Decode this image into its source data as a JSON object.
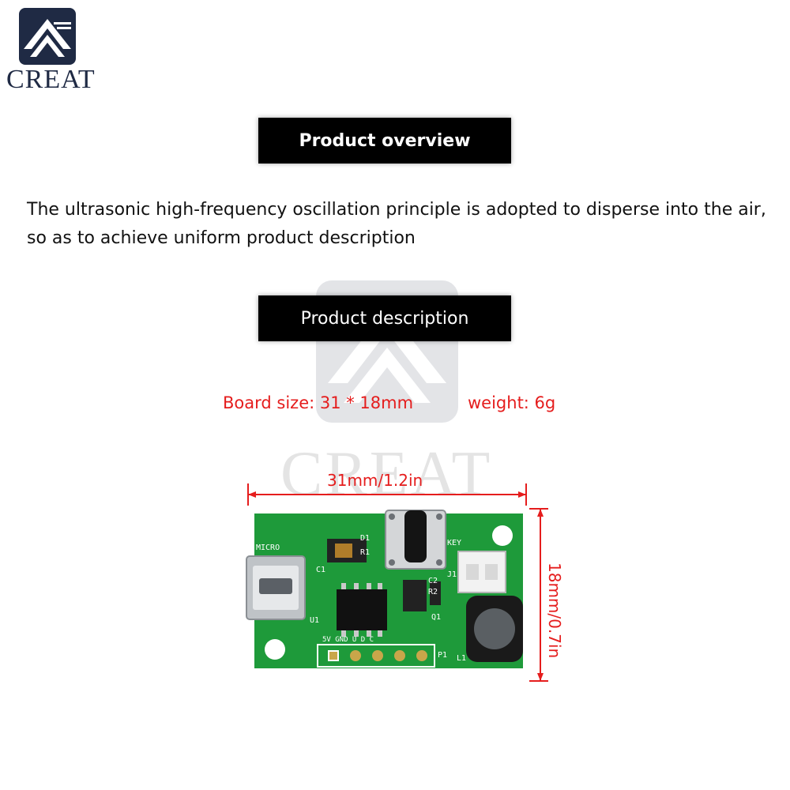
{
  "brand": {
    "logo_text": "CREAT",
    "watermark_text": "CREAT"
  },
  "sections": {
    "overview_title": "Product overview",
    "overview_text": "The ultrasonic high-frequency oscillation principle is adopted to disperse into the air, so as to achieve uniform product description",
    "description_title": "Product description"
  },
  "specs": {
    "board_size": "Board size: 31 * 18mm",
    "weight": "weight: 6g"
  },
  "dimensions": {
    "width_label": "31mm/1.2in",
    "height_label": "18mm/0.7in"
  },
  "board_labels": {
    "micro": "MICRO",
    "key": "KEY",
    "d1": "D1",
    "r1": "R1",
    "c1": "C1",
    "c2": "C2",
    "r2": "R2",
    "j1": "J1",
    "q1": "Q1",
    "u1": "U1",
    "p1": "P1",
    "l1": "L1",
    "pins": "5V GND U D C"
  },
  "colors": {
    "accent_red": "#e51d1d",
    "banner_bg": "#000000",
    "pcb_green": "#1e9a3a",
    "logo_navy": "#1f2a44"
  }
}
